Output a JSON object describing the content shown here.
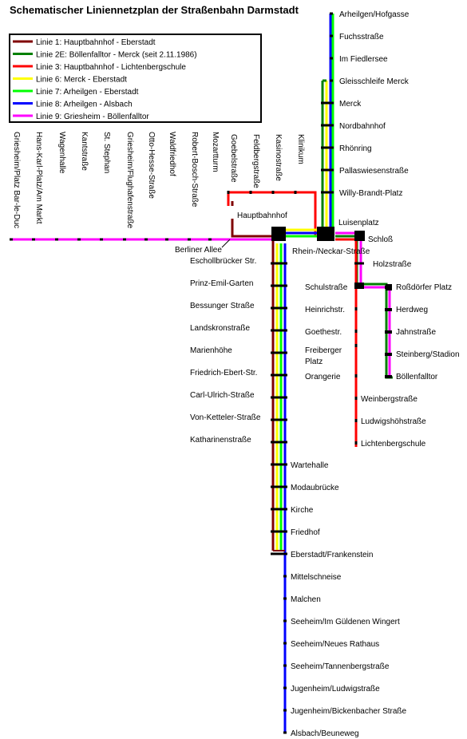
{
  "title": "Schematischer Liniennetzplan der Straßenbahn Darmstadt",
  "colors": {
    "line1": "#800000",
    "line2E": "#008000",
    "line3": "#ff0000",
    "line6": "#ffff00",
    "line7": "#00ff00",
    "line8": "#0000ff",
    "line9": "#ff00ff",
    "stop": "#000000"
  },
  "legend": [
    {
      "key": "line1",
      "text": "Linie   1: Hauptbahnhof - Eberstadt"
    },
    {
      "key": "line2E",
      "text": "Linie 2E: Böllenfalltor - Merck (seit 2.11.1986)"
    },
    {
      "key": "line3",
      "text": "Linie   3: Hauptbahnhof - Lichtenbergschule"
    },
    {
      "key": "line6",
      "text": "Linie   6: Merck - Eberstadt"
    },
    {
      "key": "line7",
      "text": "Linie   7: Arheilgen - Eberstadt"
    },
    {
      "key": "line8",
      "text": "Linie   8: Arheilgen - Alsbach"
    },
    {
      "key": "line9",
      "text": "Linie   9: Griesheim - Böllenfalltor"
    }
  ],
  "stations_west": [
    "Griesheim/Platz Bar-le-Duc",
    "Hans-Karl-Platz/Am Markt",
    "Wagenhalle",
    "Kantstraße",
    "St. Stephan",
    "Griesheim/Flughafenstraße",
    "Otto-Hesse-Straße",
    "Waldfriedhof",
    "Robert-Bosch-Straße",
    "Mozartturm"
  ],
  "berliner_allee": "Berliner Allee",
  "hauptbahnhof": "Hauptbahnhof",
  "stations_hbf_branch": [
    "Goebelstraße",
    "Feldbergstraße",
    "Kasinostraße",
    "Klinikum"
  ],
  "stations_north": [
    "Arheilgen/Hofgasse",
    "Fuchsstraße",
    "Im Fiedlersee",
    "Gleisschleife Merck",
    "Merck",
    "Nordbahnhof",
    "Rhönring",
    "Pallaswiesenstraße",
    "Willy-Brandt-Platz"
  ],
  "luisenplatz": "Luisenplatz",
  "rhein_neckar": "Rhein-/Neckar-Straße",
  "schloss": "Schloß",
  "holzstrasse": "Holzstraße",
  "stations_south": [
    "Eschollbrücker Str.",
    "Prinz-Emil-Garten",
    "Bessunger Straße",
    "Landskronstraße",
    "Marienhöhe",
    "Friedrich-Ebert-Str.",
    "Carl-Ulrich-Straße",
    "Von-Ketteler-Straße",
    "Katharinenstraße",
    "Wartehalle",
    "Modaubrücke",
    "Kirche",
    "Friedhof",
    "Eberstadt/Frankenstein",
    "Mittelschneise",
    "Malchen",
    "Seeheim/Im Güldenen Wingert",
    "Seeheim/Neues Rathaus",
    "Seeheim/Tannenbergstraße",
    "Jugenheim/Ludwigstraße",
    "Jugenheim/Bickenbacher Straße",
    "Alsbach/Beuneweg"
  ],
  "stations_line3_south": [
    "Schulstraße",
    "Heinrichstr.",
    "Goethestr.",
    "Freiberger Platz",
    "Orangerie",
    "Weinbergstraße",
    "Ludwigshöhstraße",
    "Lichtenbergschule"
  ],
  "stations_east": [
    "Roßdörfer Platz",
    "Herdweg",
    "Jahnstraße",
    "Steinberg/Stadion",
    "Böllenfalltor"
  ]
}
